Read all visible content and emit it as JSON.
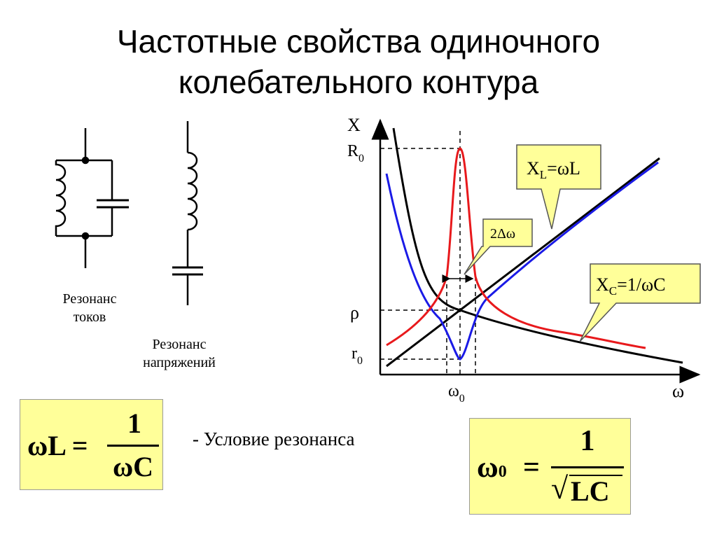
{
  "title": {
    "line1": "Частотные свойства одиночного",
    "line2": "колебательного контура"
  },
  "circuits": {
    "parallel_label_line1": "Резонанс",
    "parallel_label_line2": "токов",
    "series_label_line1": "Резонанс",
    "series_label_line2": "напряжений"
  },
  "graph": {
    "y_axis_label": "X",
    "x_axis_label": "ω",
    "r0_big": {
      "main": "R",
      "sub": "0"
    },
    "rho": "ρ",
    "r0_small": {
      "main": "r",
      "sub": "0"
    },
    "omega0": {
      "main": "ω",
      "sub": "0"
    },
    "callout_xl": {
      "pre": "X",
      "sub": "L",
      "post": "=ωL"
    },
    "callout_xc": {
      "pre": "X",
      "sub": "C",
      "post": "=1/ωC"
    },
    "callout_bandwidth": "2Δω",
    "colors": {
      "resonance_curve": "#e8191c",
      "series_curve": "#1a1ae6",
      "reactance_lines": "#000000",
      "callout_fill": "#ffff99"
    }
  },
  "formulas": {
    "resonance_condition": {
      "lhs": "ωL =",
      "numerator": "1",
      "denominator": "ωC"
    },
    "caption": "- Условие резонанса",
    "resonant_frequency": {
      "lhs_main": "ω",
      "lhs_sub": "0",
      "equals": "=",
      "numerator": "1",
      "radical": "√",
      "denominator": "LC"
    }
  }
}
